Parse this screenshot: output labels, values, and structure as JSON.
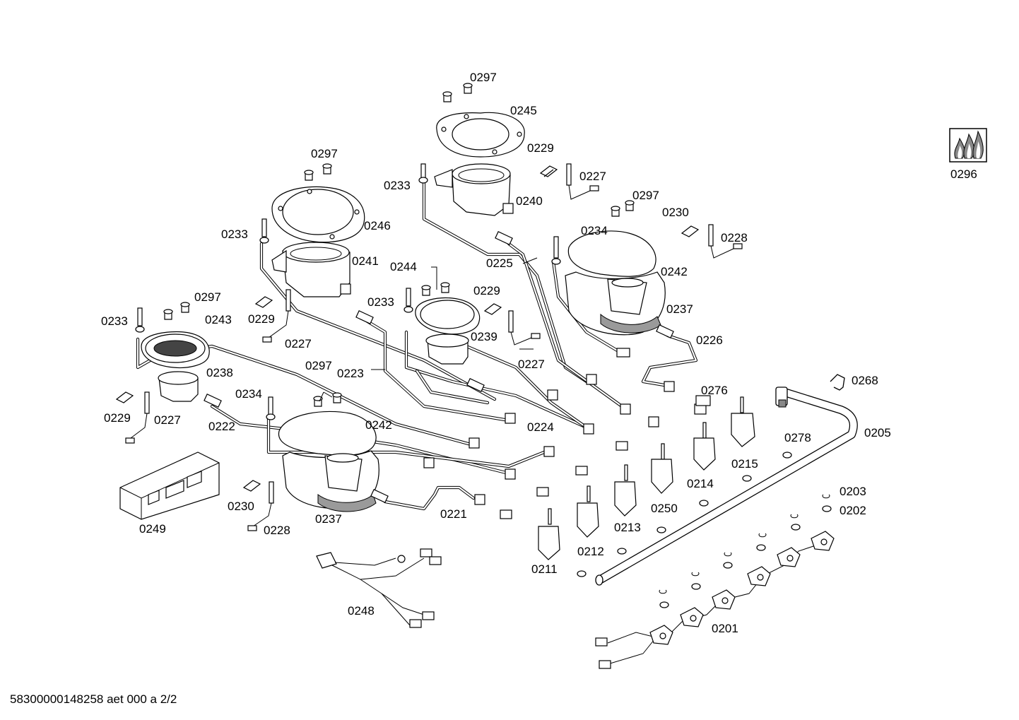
{
  "footer": "58300000148258 aet 000 a 2/2",
  "icons": {
    "flame": "gas-flame-icon"
  },
  "labels": {
    "l0297a": "0297",
    "l0245": "0245",
    "l0229a": "0229",
    "l0227a": "0227",
    "l0233a": "0233",
    "l0240": "0240",
    "l0296": "0296",
    "l0297b": "0297",
    "l0246": "0246",
    "l0233b": "0233",
    "l0241": "0241",
    "l0297c": "0297",
    "l0230a": "0230",
    "l0228a": "0228",
    "l0234a": "0234",
    "l0242a": "0242",
    "l0225": "0225",
    "l0244": "0244",
    "l0233c": "0233",
    "l0229b": "0229",
    "l0237a": "0237",
    "l0239": "0239",
    "l0226": "0226",
    "l0297d": "0297",
    "l0233d": "0233",
    "l0243": "0243",
    "l0229c": "0229",
    "l0227b": "0227",
    "l0227c": "0227",
    "l0238": "0238",
    "l0297e": "0297",
    "l0223": "0223",
    "l0268": "0268",
    "l0276": "0276",
    "l0234b": "0234",
    "l0229d": "0229",
    "l0227d": "0227",
    "l0222": "0222",
    "l0242b": "0242",
    "l0224": "0224",
    "l0205": "0205",
    "l0278": "0278",
    "l0215": "0215",
    "l0214": "0214",
    "l0249": "0249",
    "l0230b": "0230",
    "l0237b": "0237",
    "l0250": "0250",
    "l0203": "0203",
    "l0202": "0202",
    "l0221": "0221",
    "l0213": "0213",
    "l0228b": "0228",
    "l0212": "0212",
    "l0211": "0211",
    "l0248": "0248",
    "l0201": "0201"
  }
}
